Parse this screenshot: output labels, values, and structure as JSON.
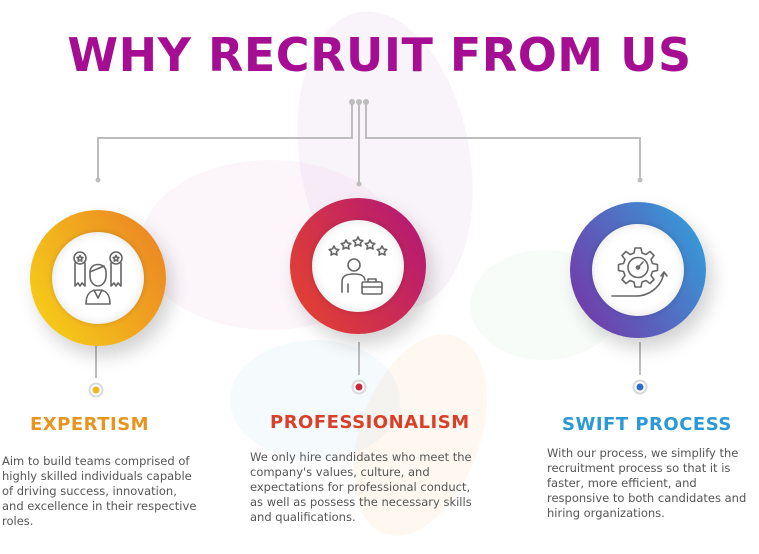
{
  "page": {
    "title": "WHY RECRUIT FROM US",
    "title_color": "#a50d92"
  },
  "cards": [
    {
      "heading": "EXPERTISM",
      "heading_color": "#e8951f",
      "description": "Aim to build teams comprised of highly skilled individuals capable of driving success, innovation, and excellence in their respective roles.",
      "gradient": [
        "#f7d417",
        "#ea7f25"
      ],
      "dot_color": "#f2b51b",
      "icon": "expert-award-icon"
    },
    {
      "heading": "PROFESSIONALISM",
      "heading_color": "#d9402a",
      "description": "We only hire candidates who meet the company's values, culture, and expectations for professional conduct, as well as possess the necessary skills and qualifications.",
      "gradient": [
        "#e8452a",
        "#b0157a"
      ],
      "dot_color": "#c9283b",
      "icon": "professional-briefcase-icon"
    },
    {
      "heading": "SWIFT PROCESS",
      "heading_color": "#2a9ad6",
      "description": "With our process, we simplify the recruitment process so that it is faster, more efficient, and responsive to both candidates and hiring organizations.",
      "gradient": [
        "#7a2fa4",
        "#2ea6de"
      ],
      "dot_color": "#2a6fc4",
      "icon": "gear-speed-icon"
    }
  ]
}
